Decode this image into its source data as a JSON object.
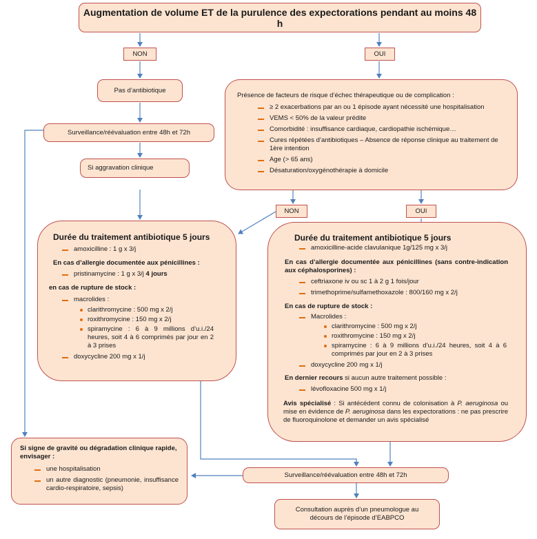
{
  "colors": {
    "box_fill": "#fce4d1",
    "box_border": "#c0504d",
    "arrow": "#4f81bd",
    "bullet": "#e36c09"
  },
  "top_title": "Augmentation de volume ET de la purulence des expectorations pendant au moins 48 h",
  "labels": {
    "non": "NON",
    "oui": "OUI"
  },
  "left": {
    "pas_antibiotique": "Pas d’antibiotique",
    "surveillance": "Surveillance/réévaluation entre 48h et 72h",
    "aggravation": "Si aggravation clinique"
  },
  "risk": {
    "title": "Présence de facteurs de risque d’échec thérapeutique ou de complication :",
    "items": [
      "≥ 2 exacerbations par an ou 1 épisode ayant nécessité une hospitalisation",
      "VEMS < 50% de la valeur prédite",
      "Comorbidité : insuffisance cardiaque, cardiopathie ischémique…",
      "Cures répétées d’antibiotiques – Absence de réponse clinique au traitement de 1ère intention",
      "Age (> 65 ans)",
      "Désaturation/oxygénothérapie à domicile"
    ]
  },
  "treat_left": {
    "title": "Durée du traitement antibiotique 5 jours",
    "first_line": "amoxicilline : 1 g x 3/j",
    "allergy_title": "En cas d’allergie documentée aux pénicillines :",
    "allergy_item_pre": "pristinamycine : 1 g x 3/j",
    "allergy_item_bold": "4 jours",
    "rupture_title": "en cas de rupture de stock :",
    "macrolides_label": "macrolides :",
    "macrolides": [
      "clarithromycine : 500 mg x 2/j",
      "roxithromycine : 150 mg x 2/j",
      "spiramycine : 6 à 9 millions d’u.i./24 heures, soit 4 à 6 comprimés par jour en 2 à 3 prises"
    ],
    "doxy": "doxycycline 200 mg x 1/j"
  },
  "treat_right": {
    "title": "Durée du traitement antibiotique 5 jours",
    "first_line": "amoxicilline-acide clavulanique 1g/125 mg x 3/j",
    "allergy_title": "En cas d’allergie documentée aux pénicillines (sans contre-indication aux céphalosporines) :",
    "allergy_items": [
      "ceftriaxone iv ou sc 1 à 2 g 1 fois/jour",
      "trimethoprime/sulfamethoxazole : 800/160 mg x 2/j"
    ],
    "rupture_title": "En cas de rupture de stock :",
    "macrolides_label": "Macrolides :",
    "macrolides": [
      "clarithromycine : 500 mg x 2/j",
      "roxithromycine : 150 mg x 2/j",
      "spiramycine : 6 à 9 millions d’u.i./24 heures, soit 4 à 6 comprimés par jour en 2 à 3 prises"
    ],
    "doxy": "doxycycline 200 mg x 1/j",
    "last_resort_bold": "En dernier recours",
    "last_resort_rest": "si aucun autre traitement possible :",
    "levo": "lévofloxacine 500 mg x 1/j",
    "avis_bold": "Avis spécialisé",
    "avis_1": ": Si antécédent connu de colonisation à",
    "avis_it1": "P. aeruginosa",
    "avis_2": "ou mise en évidence de",
    "avis_it2": "P. aeruginosa",
    "avis_3": "dans les expectorations : ne pas prescrire de fluoroquinolone et demander un avis spécialisé"
  },
  "gravity": {
    "title": "Si signe de gravité ou dégradation clinique rapide, envisager :",
    "items": [
      "une hospitalisation",
      "un autre diagnostic (pneumonie, insuffisance cardio-respiratoire, sepsis)"
    ]
  },
  "bottom": {
    "surveillance": "Surveillance/réévaluation entre 48h et 72h",
    "consultation": "Consultation auprès d’un pneumologue au décours de l’épisode d’EABPCO"
  }
}
